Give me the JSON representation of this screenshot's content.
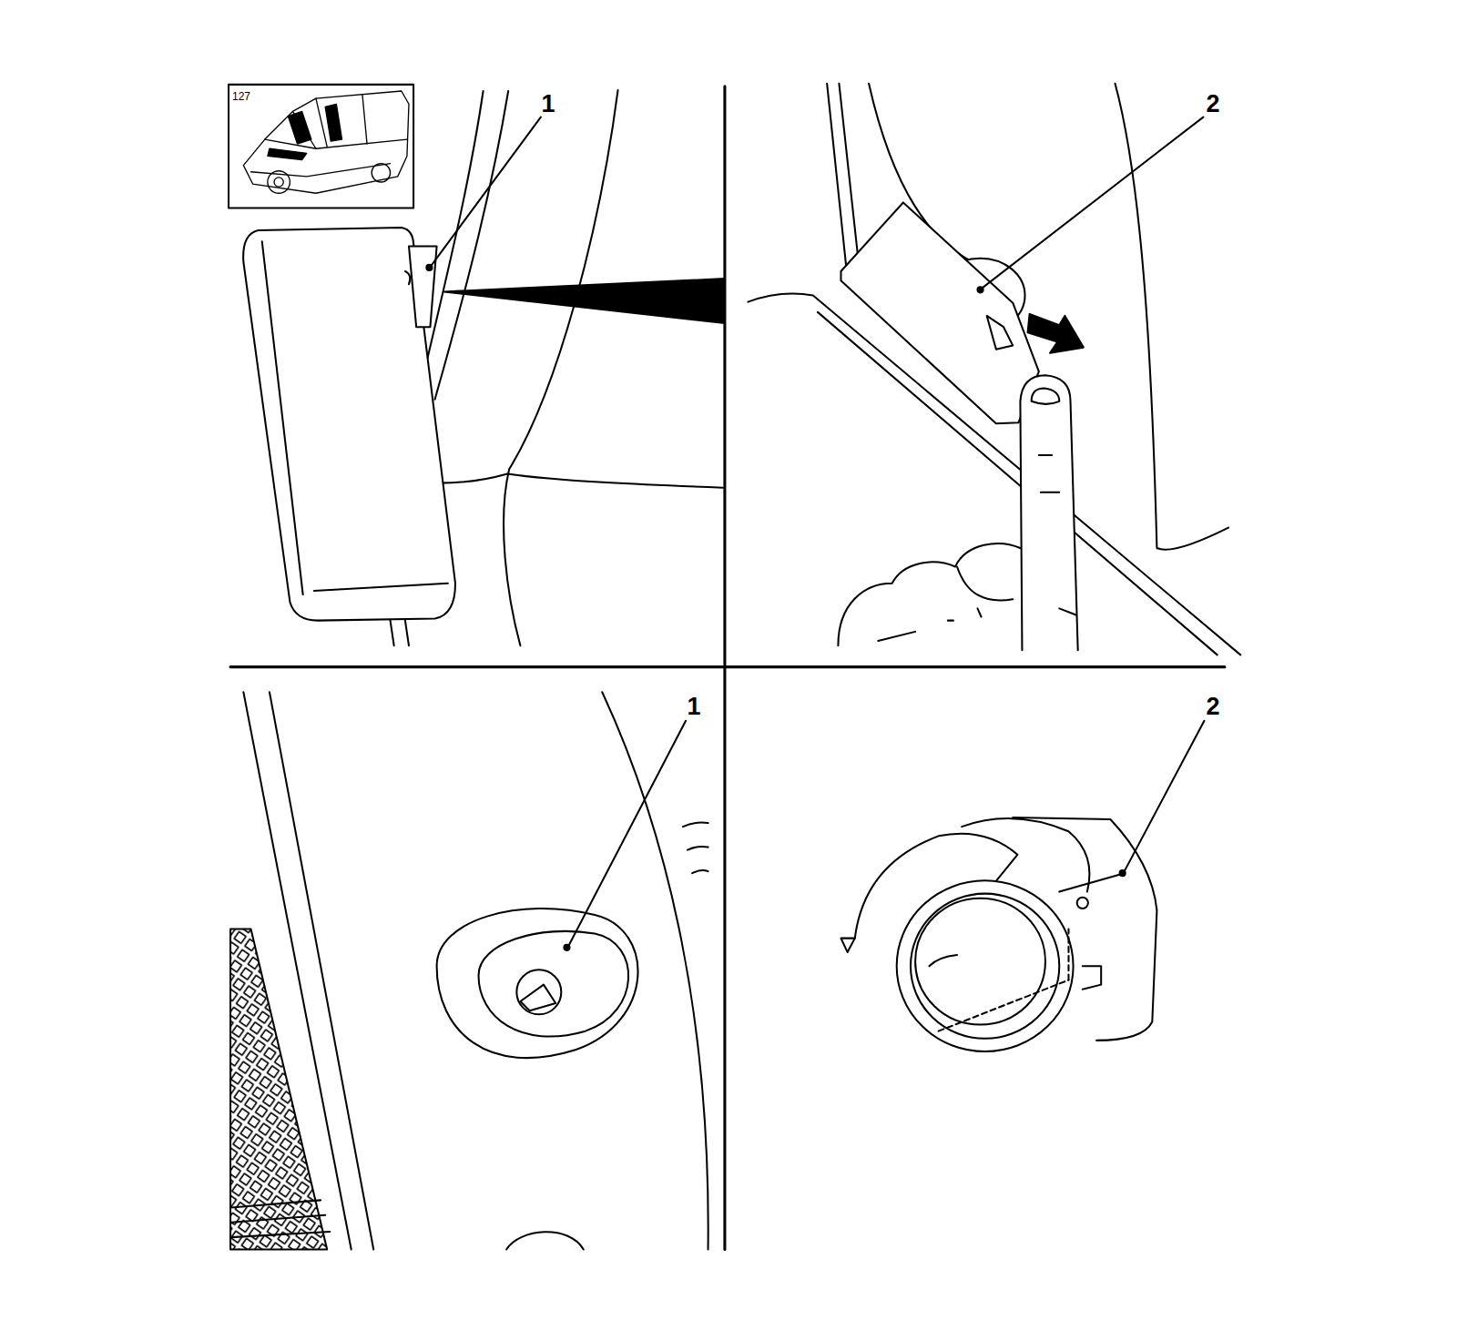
{
  "diagram": {
    "labels": [
      "127",
      "1",
      "2",
      "1",
      "2"
    ]
  }
}
